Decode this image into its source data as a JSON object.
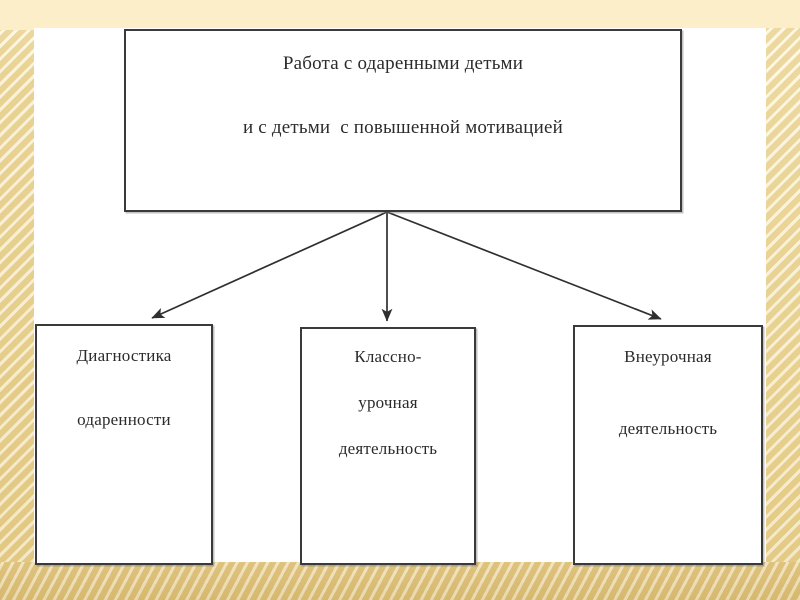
{
  "slide": {
    "background_color": "#ffffff",
    "frame_color_light": "#fbeec8",
    "frame_color_dark": "#d6b86d",
    "line_color": "#3a3a3a",
    "text_color": "#2b2b2b"
  },
  "diagram": {
    "type": "hierarchy-tree",
    "root": {
      "id": "root",
      "line_1": "Работа с одаренными детьми",
      "line_2": "и с детьми  с повышенной мотивацией"
    },
    "children": [
      {
        "id": "diagnostics",
        "line_1": "Диагностика",
        "line_2": "одаренности",
        "line_3": ""
      },
      {
        "id": "classroom",
        "line_1": "Классно-",
        "line_2": "урочная",
        "line_3": "деятельность"
      },
      {
        "id": "extracurricular",
        "line_1": "Внеурочная",
        "line_2": "деятельность",
        "line_3": ""
      }
    ],
    "connectors": [
      {
        "id": "arrow-to-diagnostics",
        "from": "root",
        "to": "diagnostics",
        "direction": "down-left"
      },
      {
        "id": "arrow-to-classroom",
        "from": "root",
        "to": "classroom",
        "direction": "down"
      },
      {
        "id": "arrow-to-extracurricular",
        "from": "root",
        "to": "extracurricular",
        "direction": "down-right"
      }
    ]
  }
}
